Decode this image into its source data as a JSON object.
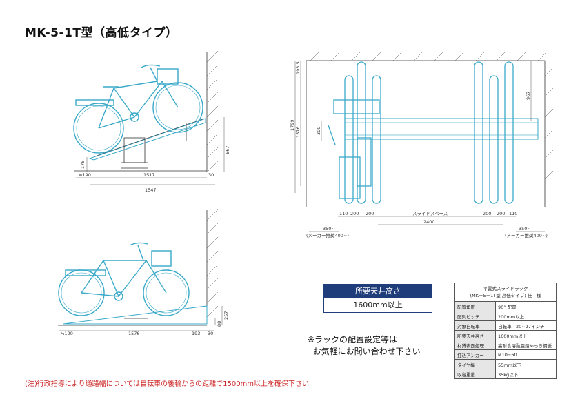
{
  "title": "MK-5-1T型（高低タイプ）",
  "side_top": {
    "dims": {
      "h_total": "667",
      "d178": "178",
      "w190": "≒190",
      "w1517": "1517",
      "w30": "30",
      "w1547": "1547"
    }
  },
  "side_bottom": {
    "dims": {
      "w190": "≒190",
      "w1576": "1576",
      "w193": "193",
      "w30": "30",
      "h88": "88",
      "h257": "257"
    }
  },
  "plan": {
    "dims": {
      "h193": "193.5",
      "h1799": "1799",
      "h1576": "1576",
      "h300": "300",
      "h967": "967",
      "w110a": "110",
      "w200a": "200",
      "w200b": "200",
      "w200c": "200",
      "w200d": "200",
      "w110b": "110",
      "slide_label": "スライドスペース",
      "w2400": "2400",
      "w350l": "350~",
      "maker_l": "(メーカー推奨400~)",
      "w350r": "350~",
      "maker_r": "(メーカー推奨400~)"
    }
  },
  "ceiling": {
    "label": "所要天井高さ",
    "value": "1600mm以上"
  },
  "note": "※ラックの配置設定等は\n  お気軽にお問い合わせ下さい",
  "legal": "(注)行政指導により通路幅については自転車の後輪からの距離で1500mm以上を確保下さい",
  "spec": {
    "header1": "平置式スライドラック",
    "header2": "(MK－5－1T型 高低タイプ) 仕　様",
    "rows": [
      {
        "k": "配置角度",
        "v": "90° 配置"
      },
      {
        "k": "配列ピッチ",
        "v": "200mm以上"
      },
      {
        "k": "対象自転車",
        "v": "自転車　20~27インチ"
      },
      {
        "k": "所要天井高さ",
        "v": "1600mm以上"
      },
      {
        "k": "材質表面処理",
        "v": "高耐食溶融亜鉛めっき鋼板"
      },
      {
        "k": "打込アンカー",
        "v": "M10−60"
      },
      {
        "k": "タイヤ幅",
        "v": "55mm以下"
      },
      {
        "k": "収容重量",
        "v": "35kg以下"
      }
    ]
  },
  "colors": {
    "bike": "#39a9c9",
    "rail": "#39a9c9",
    "line": "#333333",
    "accent": "#1f3d7a",
    "warn": "#cc2222"
  }
}
